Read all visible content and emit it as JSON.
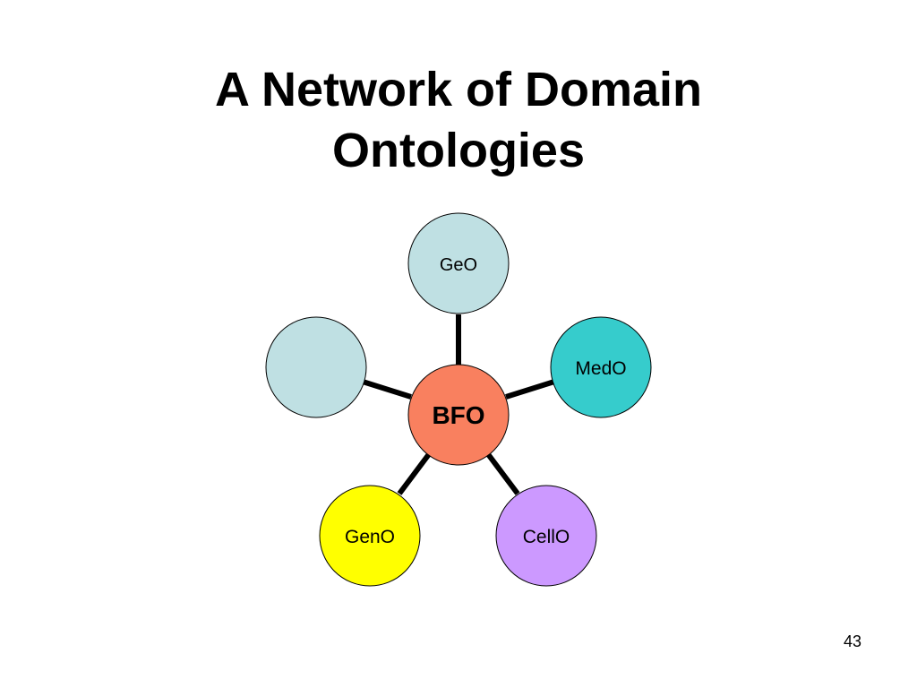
{
  "slide": {
    "title_line1": "A Network of Domain",
    "title_line2": "Ontologies",
    "page_number": "43"
  },
  "diagram": {
    "center": {
      "label": "BFO",
      "color": "#f9805f"
    },
    "nodes": {
      "geo": {
        "label": "GeO",
        "color": "#bfe0e3"
      },
      "medo": {
        "label": "MedO",
        "color": "#36cccc"
      },
      "cello": {
        "label": "CellO",
        "color": "#cc99ff"
      },
      "geno": {
        "label": "GenO",
        "color": "#ffff00"
      },
      "unlabeled": {
        "label": "",
        "color": "#bfe0e3"
      }
    },
    "connector_color": "#000000"
  }
}
